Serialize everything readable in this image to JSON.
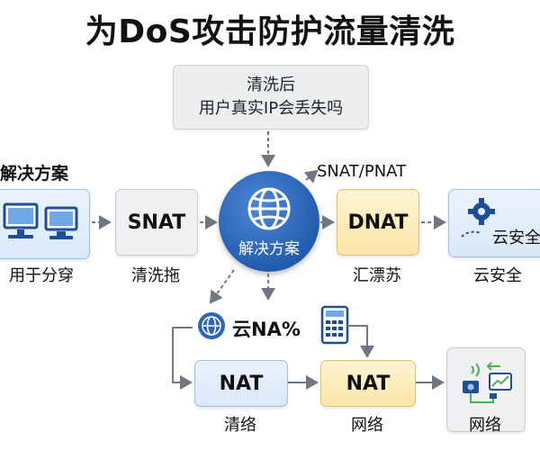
{
  "title": "为DoS攻击防护流量清洗",
  "question": {
    "line1": "清洗后",
    "line2": "用户真实IP会丢失吗"
  },
  "left_heading": "解决方案",
  "center_label": "解决方案",
  "snat_pnat_label": "SNAT/PNAT",
  "cloud_na_label": "云NA%",
  "row1": {
    "left_caption": "用于分穿",
    "snat": {
      "label": "SNAT",
      "caption": "清洗拖"
    },
    "dnat": {
      "label": "DNAT",
      "caption": "汇漂苏"
    },
    "right": {
      "inner_label": "云安全",
      "caption": "云安全"
    }
  },
  "row2": {
    "nat_left": {
      "label": "NAT",
      "caption": "清络"
    },
    "nat_mid": {
      "label": "NAT",
      "caption": "网络"
    },
    "right": {
      "caption": "网络"
    }
  },
  "colors": {
    "globe": "#1f5aad",
    "light_blue": "#dbe9f8",
    "yellow": "#fbe6a8",
    "arrow": "#6f7780",
    "dark_blue": "#1d4f94"
  }
}
